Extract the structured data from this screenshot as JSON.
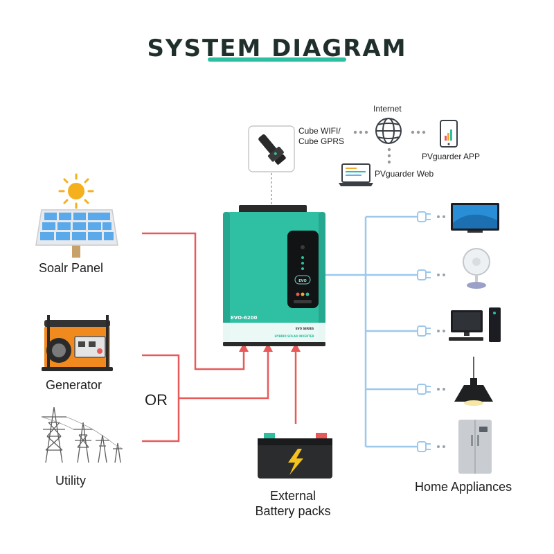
{
  "title": "SYSTEM DIAGRAM",
  "inputs": {
    "solar_label": "Soalr Panel",
    "generator_label": "Generator",
    "or_label": "OR",
    "utility_label": "Utility"
  },
  "battery": {
    "label_line1": "External",
    "label_line2": "Battery packs"
  },
  "monitoring": {
    "device_label_line1": "Cube WIFI/",
    "device_label_line2": "Cube  GPRS",
    "internet_label": "Internet",
    "app_label": "PVguarder APP",
    "web_label": "PVguarder Web"
  },
  "inverter": {
    "model": "EVO-6200",
    "series": "EVO SERIES",
    "type": "HYBRID SOLAR INVERTER",
    "logo": "EVO"
  },
  "outputs": {
    "label": "Home Appliances",
    "appliance_icons": [
      "tv-icon",
      "fan-icon",
      "desktop-computer-icon",
      "pendant-lamp-icon",
      "refrigerator-icon"
    ]
  },
  "colors": {
    "accent": "#2dbfa0",
    "input_line": "#e85a5a",
    "output_line": "#9cc8ec",
    "inverter_body": "#2fbfa3"
  }
}
